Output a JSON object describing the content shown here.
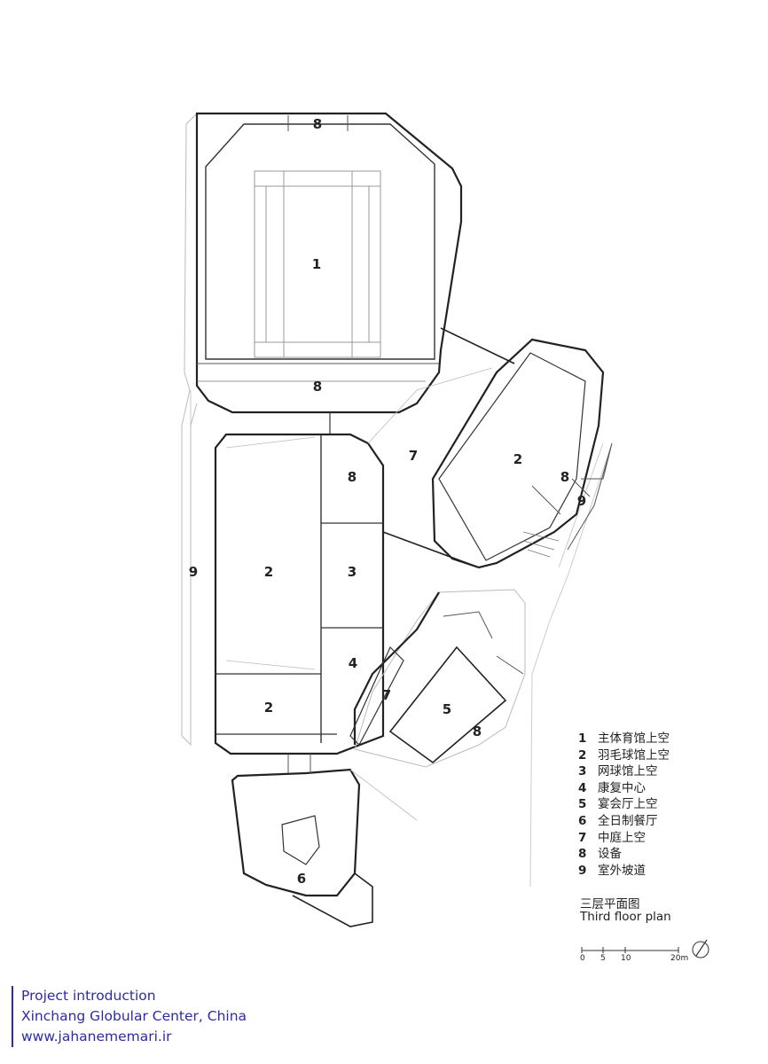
{
  "plan": {
    "room_labels": [
      {
        "id": "r1",
        "text": "1"
      },
      {
        "id": "r2a",
        "text": "2"
      },
      {
        "id": "r2b",
        "text": "2"
      },
      {
        "id": "r2c",
        "text": "2"
      },
      {
        "id": "r3",
        "text": "3"
      },
      {
        "id": "r4",
        "text": "4"
      },
      {
        "id": "r5",
        "text": "5"
      },
      {
        "id": "r6",
        "text": "6"
      },
      {
        "id": "r7a",
        "text": "7"
      },
      {
        "id": "r7b",
        "text": "7"
      },
      {
        "id": "r8a",
        "text": "8"
      },
      {
        "id": "r8b",
        "text": "8"
      },
      {
        "id": "r8c",
        "text": "8"
      },
      {
        "id": "r8d",
        "text": "8"
      },
      {
        "id": "r8e",
        "text": "8"
      },
      {
        "id": "r9a",
        "text": "9"
      },
      {
        "id": "r9b",
        "text": "9"
      }
    ]
  },
  "legend": [
    {
      "num": "1",
      "text": "主体育馆上空"
    },
    {
      "num": "2",
      "text": "羽毛球馆上空"
    },
    {
      "num": "3",
      "text": "网球馆上空"
    },
    {
      "num": "4",
      "text": "康复中心"
    },
    {
      "num": "5",
      "text": "宴会厅上空"
    },
    {
      "num": "6",
      "text": "全日制餐厅"
    },
    {
      "num": "7",
      "text": "中庭上空"
    },
    {
      "num": "8",
      "text": "设备"
    },
    {
      "num": "9",
      "text": "室外坡道"
    }
  ],
  "title": {
    "zh": "三层平面图",
    "en": "Third floor plan"
  },
  "scale": {
    "ticks": [
      "0",
      "5",
      "10",
      "20m"
    ]
  },
  "footer": {
    "line1": "Project introduction",
    "line2": "Xinchang Globular Center, China",
    "line3": "www.jahanememari.ir"
  },
  "colors": {
    "footer": "#2f2aa8",
    "line": "#222222"
  }
}
